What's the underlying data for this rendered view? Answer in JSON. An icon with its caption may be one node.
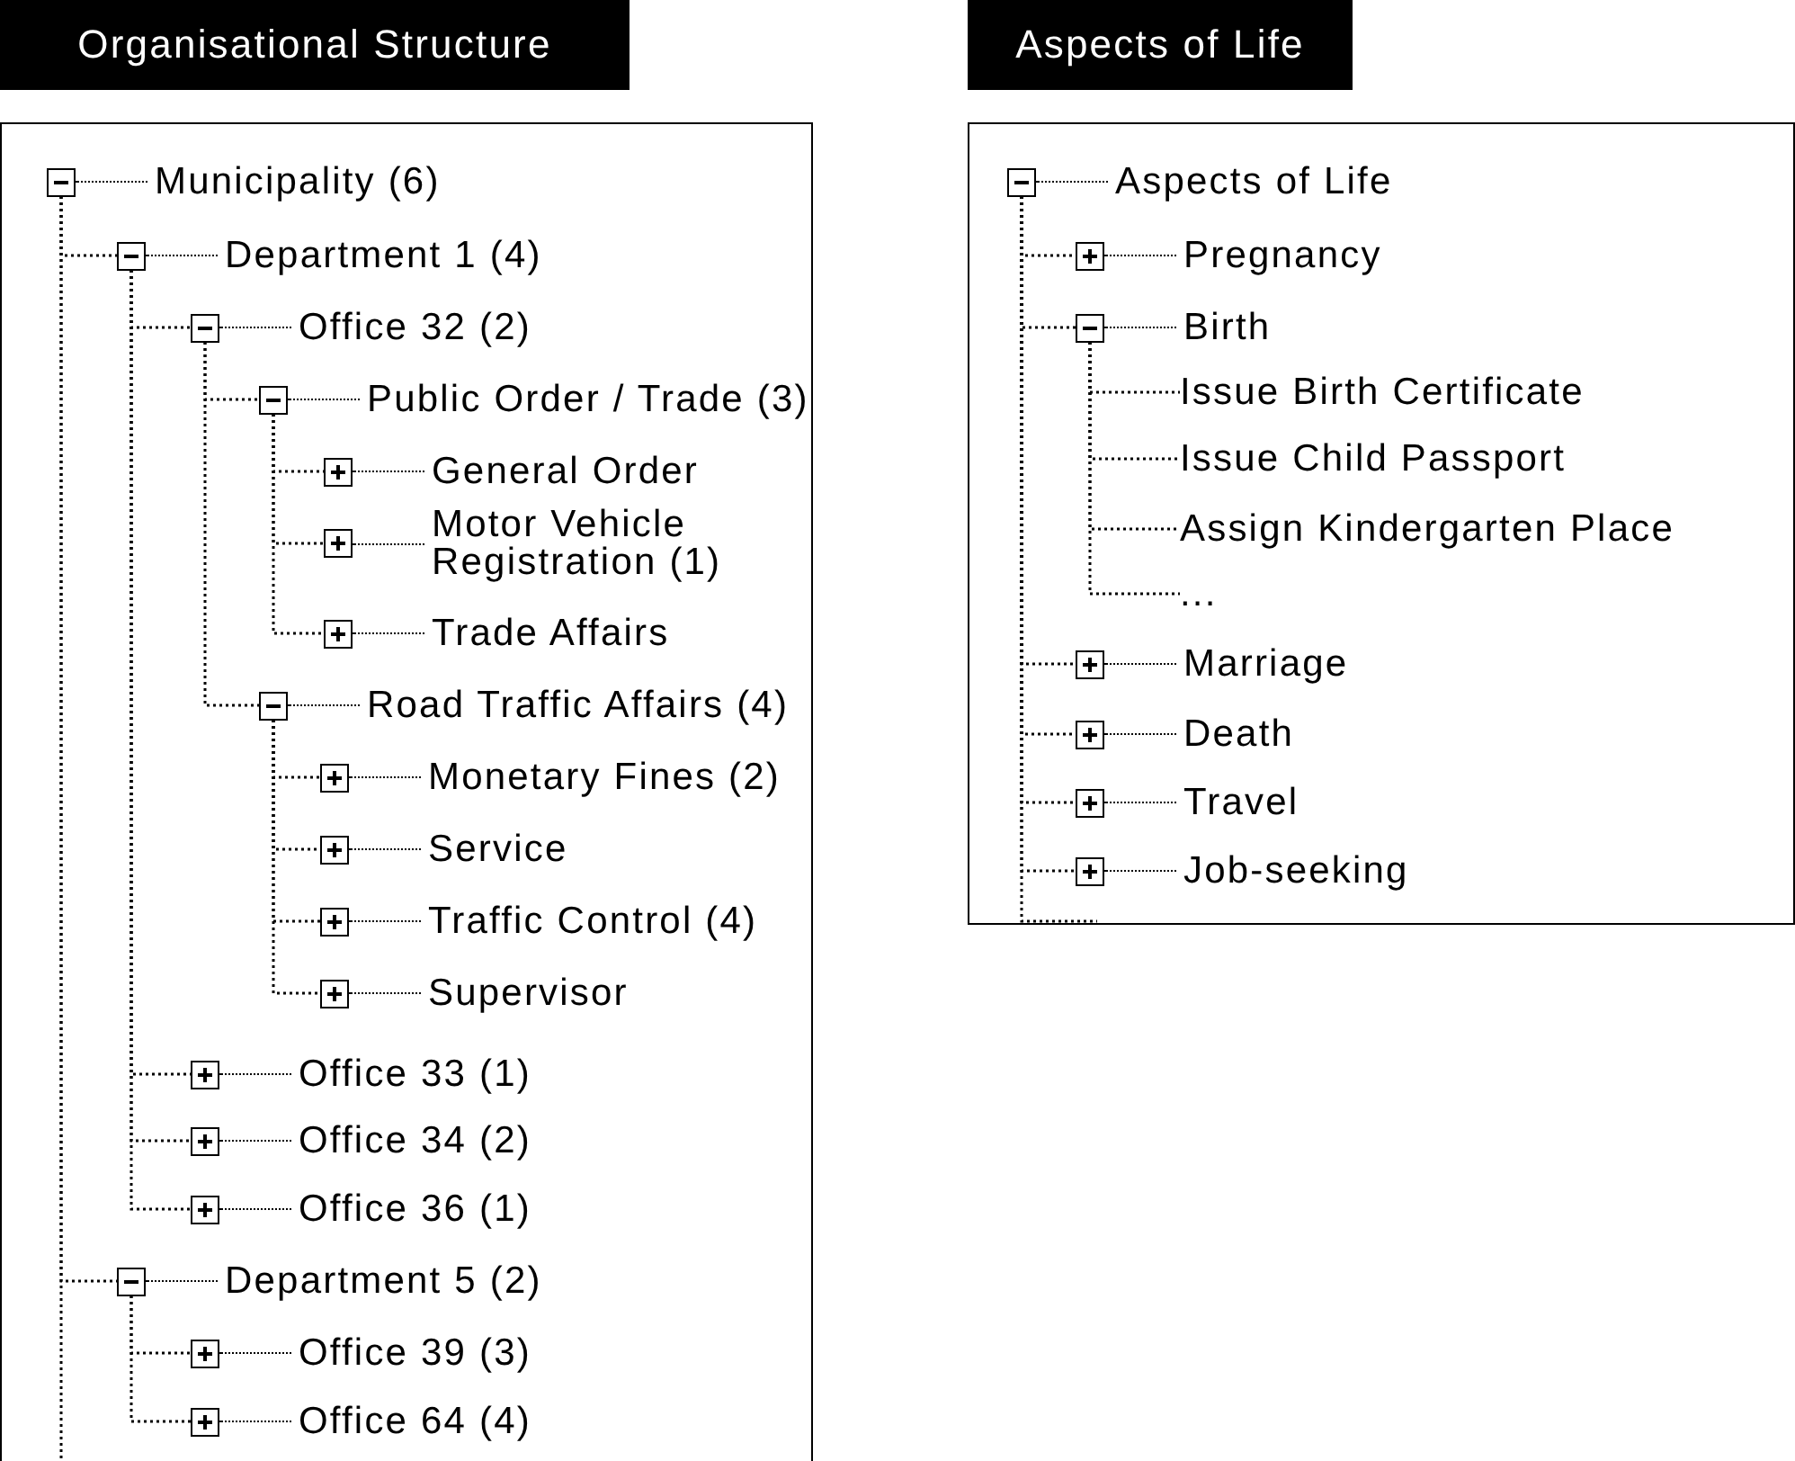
{
  "diagram": {
    "nodes": [
      {
        "text": [
          "Organisational Structure"
        ]
      },
      {
        "text": [
          "Municipality (6)"
        ],
        "in": 0
      },
      {
        "text": [
          "Department 1 (4)"
        ],
        "in": 0
      },
      {
        "text": [
          "Office 32 (2)"
        ],
        "in": 0
      },
      {
        "text": [
          "Public Order / Trade (3)"
        ],
        "in": 0
      },
      {
        "text": [
          "General Order"
        ],
        "in": 0
      },
      {
        "text": [
          "Motor Vehicle Registration (1)"
        ],
        "in": 0
      },
      {
        "text": [
          "Trade Affairs"
        ],
        "in": 0
      },
      {
        "text": [
          "Road Traffic Affairs (4)"
        ],
        "in": 0
      },
      {
        "text": [
          "Monetary Fines (2)"
        ],
        "in": 0
      },
      {
        "text": [
          "Service"
        ],
        "in": 0
      },
      {
        "text": [
          "Traffic Control (4)"
        ],
        "in": 0
      },
      {
        "text": [
          "Supervisor"
        ],
        "in": 0
      },
      {
        "text": [
          "Office 33 (1)"
        ],
        "in": 0
      },
      {
        "text": [
          "Office 34 (2)"
        ],
        "in": 0
      },
      {
        "text": [
          "Office 36 (1)"
        ],
        "in": 0
      },
      {
        "text": [
          "Department 5 (2)"
        ],
        "in": 0
      },
      {
        "text": [
          "Office 39 (3)"
        ],
        "in": 0
      },
      {
        "text": [
          "Office 64 (4)"
        ],
        "in": 0
      },
      {
        "text": [
          "Aspects of Life"
        ]
      },
      {
        "text": [
          "Aspects of Life"
        ],
        "in": 19
      },
      {
        "text": [
          "Pregnancy"
        ],
        "in": 19
      },
      {
        "text": [
          "Birth"
        ],
        "in": 19
      },
      {
        "text": [
          "Issue Birth Certificate"
        ],
        "in": 19
      },
      {
        "text": [
          "Issue Child Passport"
        ],
        "in": 19
      },
      {
        "text": [
          "Assign Kindergarten Place"
        ],
        "in": 19
      },
      {
        "text": [
          "..."
        ],
        "in": 19
      },
      {
        "text": [
          "Marriage"
        ],
        "in": 19
      },
      {
        "text": [
          "Death"
        ],
        "in": 19
      },
      {
        "text": [
          "Travel"
        ],
        "in": 19
      },
      {
        "text": [
          "Job-seeking"
        ],
        "in": 19
      }
    ],
    "edges": [
      {
        "from": 1,
        "to": 2,
        "arrow": "none"
      },
      {
        "from": 2,
        "to": 3,
        "arrow": "none"
      },
      {
        "from": 3,
        "to": 4,
        "arrow": "none"
      },
      {
        "from": 4,
        "to": 5,
        "arrow": "none"
      },
      {
        "from": 4,
        "to": 6,
        "arrow": "none"
      },
      {
        "from": 4,
        "to": 7,
        "arrow": "none"
      },
      {
        "from": 3,
        "to": 8,
        "arrow": "none"
      },
      {
        "from": 8,
        "to": 9,
        "arrow": "none"
      },
      {
        "from": 8,
        "to": 10,
        "arrow": "none"
      },
      {
        "from": 8,
        "to": 11,
        "arrow": "none"
      },
      {
        "from": 8,
        "to": 12,
        "arrow": "none"
      },
      {
        "from": 2,
        "to": 13,
        "arrow": "none"
      },
      {
        "from": 2,
        "to": 14,
        "arrow": "none"
      },
      {
        "from": 2,
        "to": 15,
        "arrow": "none"
      },
      {
        "from": 1,
        "to": 16,
        "arrow": "none"
      },
      {
        "from": 1,
        "to": null,
        "arrow": "none"
      },
      {
        "from": 16,
        "to": 17,
        "arrow": "none"
      },
      {
        "from": 16,
        "to": 18,
        "arrow": "none"
      },
      {
        "from": 20,
        "to": 21,
        "arrow": "none"
      },
      {
        "from": 20,
        "to": 22,
        "arrow": "none"
      },
      {
        "from": 22,
        "to": 23,
        "arrow": "none"
      },
      {
        "from": 22,
        "to": 24,
        "arrow": "none"
      },
      {
        "from": 22,
        "to": 25,
        "arrow": "none"
      },
      {
        "from": 22,
        "to": 26,
        "arrow": "none"
      },
      {
        "from": 20,
        "to": 27,
        "arrow": "none"
      },
      {
        "from": 20,
        "to": 28,
        "arrow": "none"
      },
      {
        "from": 20,
        "to": 29,
        "arrow": "none"
      },
      {
        "from": 20,
        "to": 30,
        "arrow": "none"
      },
      {
        "from": 20,
        "to": null,
        "arrow": "none"
      }
    ]
  }
}
